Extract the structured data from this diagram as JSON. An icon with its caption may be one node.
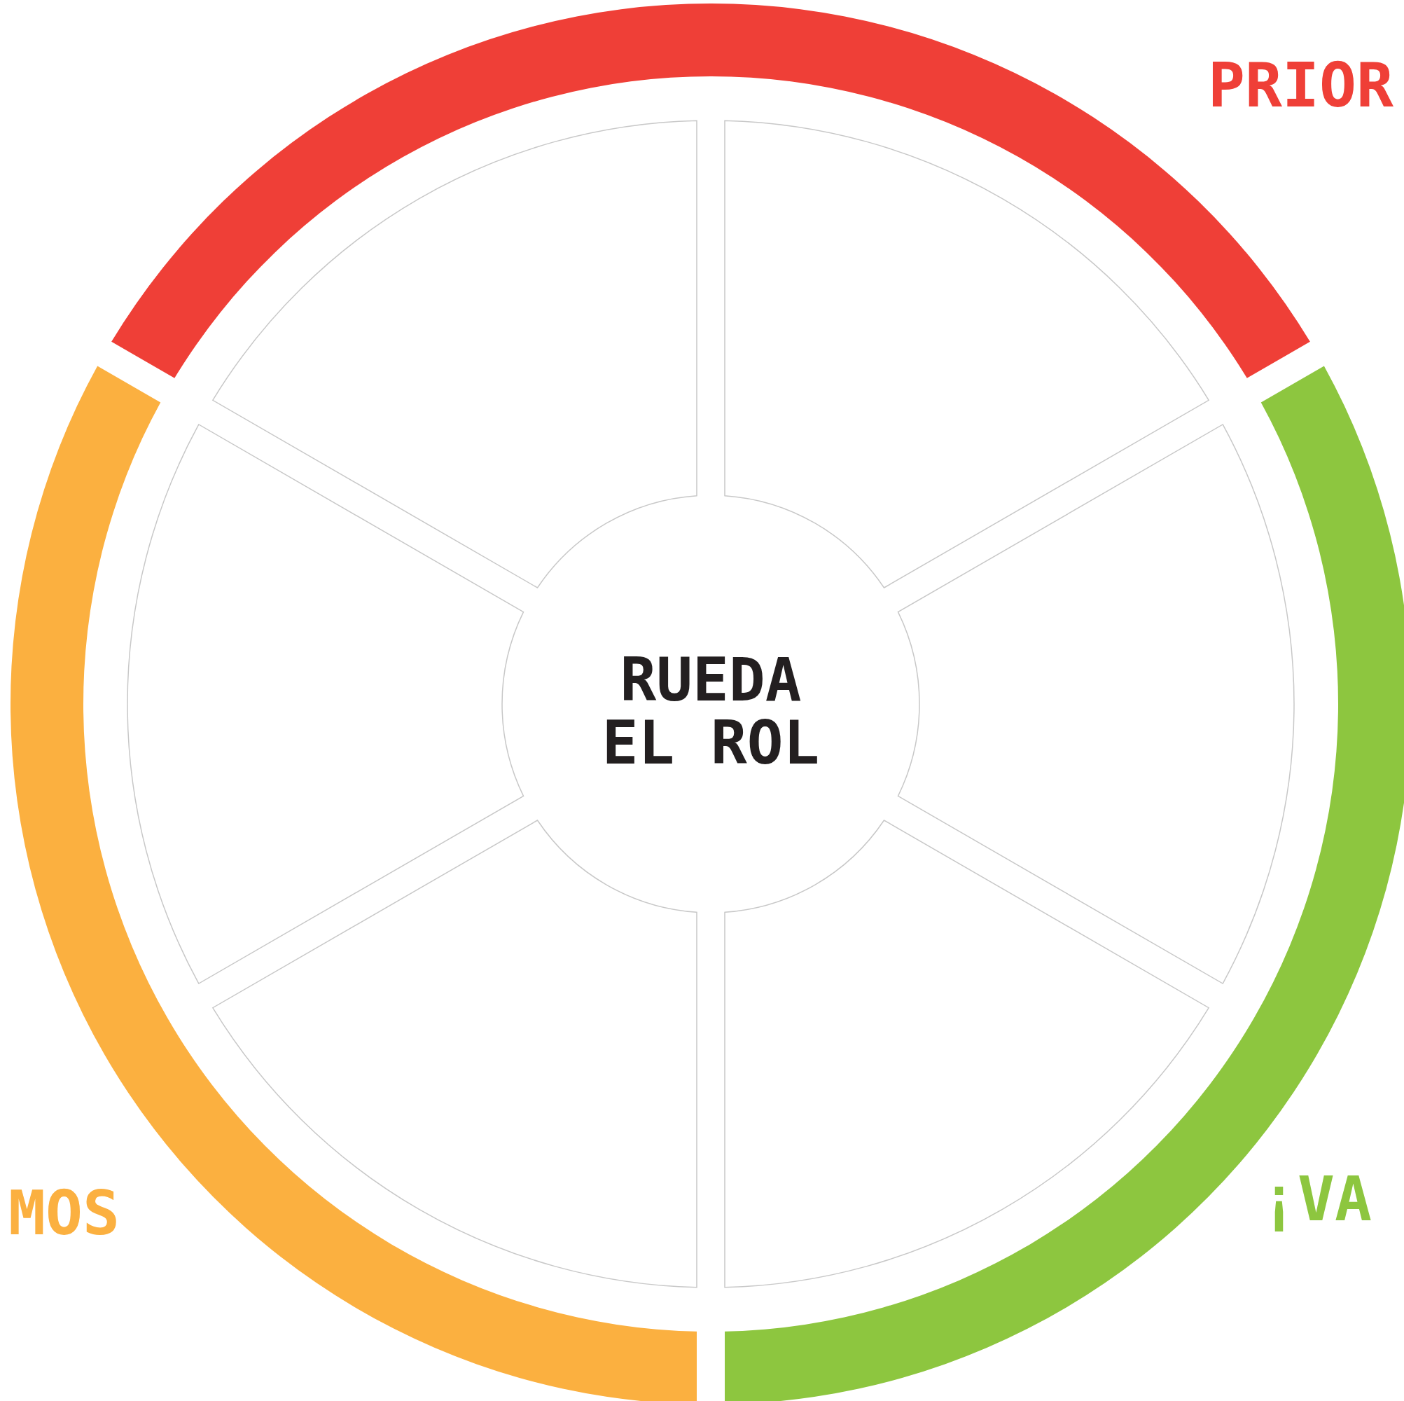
{
  "diagram": {
    "nodes": [
      {
        "text": [
          "RUEDA EL ROL"
        ]
      },
      {
        "text": [],
        "shape": "wedge"
      },
      {
        "text": [],
        "shape": "wedge"
      },
      {
        "text": [],
        "shape": "wedge"
      },
      {
        "text": [],
        "shape": "wedge"
      },
      {
        "text": [],
        "shape": "wedge"
      },
      {
        "text": [],
        "shape": "wedge"
      },
      {
        "text": [
          "PRIOR"
        ]
      },
      {
        "text": [
          "¡VA"
        ]
      },
      {
        "text": [
          "MOS"
        ]
      }
    ]
  }
}
